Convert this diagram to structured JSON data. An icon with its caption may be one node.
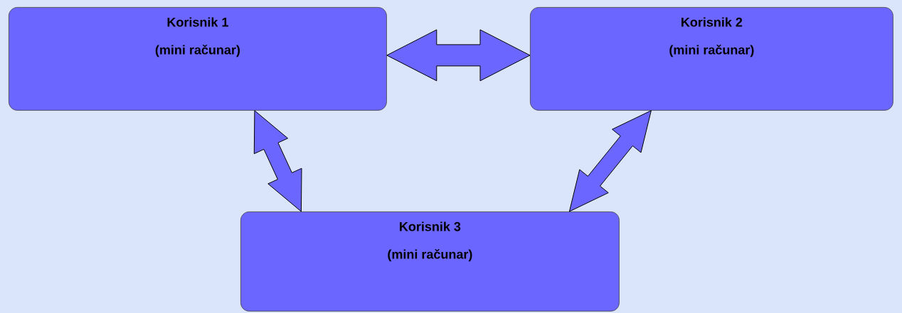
{
  "diagram": {
    "nodes": [
      {
        "text": [
          "Korisnik 1",
          "(mini računar)"
        ]
      },
      {
        "text": [
          "Korisnik 2",
          "(mini računar)"
        ]
      },
      {
        "text": [
          "Korisnik 3",
          "(mini računar)"
        ]
      }
    ],
    "edges": [
      {
        "from": 0,
        "to": 1,
        "arrow": "both"
      },
      {
        "from": 0,
        "to": 2,
        "arrow": "both"
      },
      {
        "from": 1,
        "to": 2,
        "arrow": "both"
      }
    ]
  }
}
